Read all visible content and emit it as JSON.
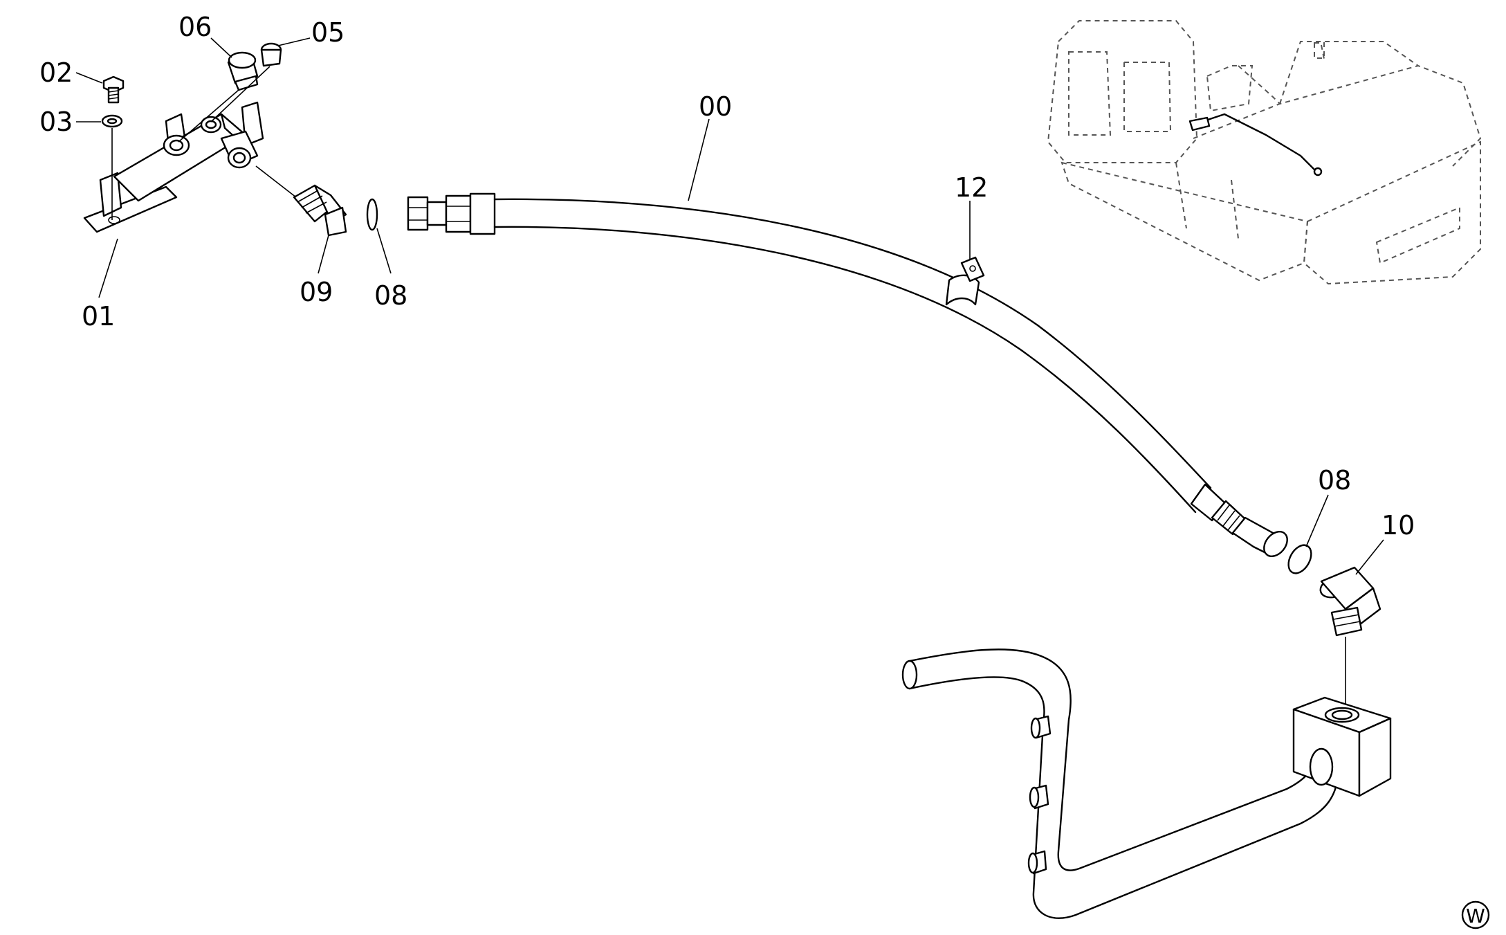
{
  "labels": {
    "p00": "00",
    "p01": "01",
    "p02": "02",
    "p03": "03",
    "p05": "05",
    "p06": "06",
    "p08a": "08",
    "p08b": "08",
    "p09": "09",
    "p10": "10",
    "p12": "12"
  },
  "view_marker": "W",
  "colors": {
    "line": "#000000",
    "background": "#ffffff",
    "phantom": "#555555"
  }
}
